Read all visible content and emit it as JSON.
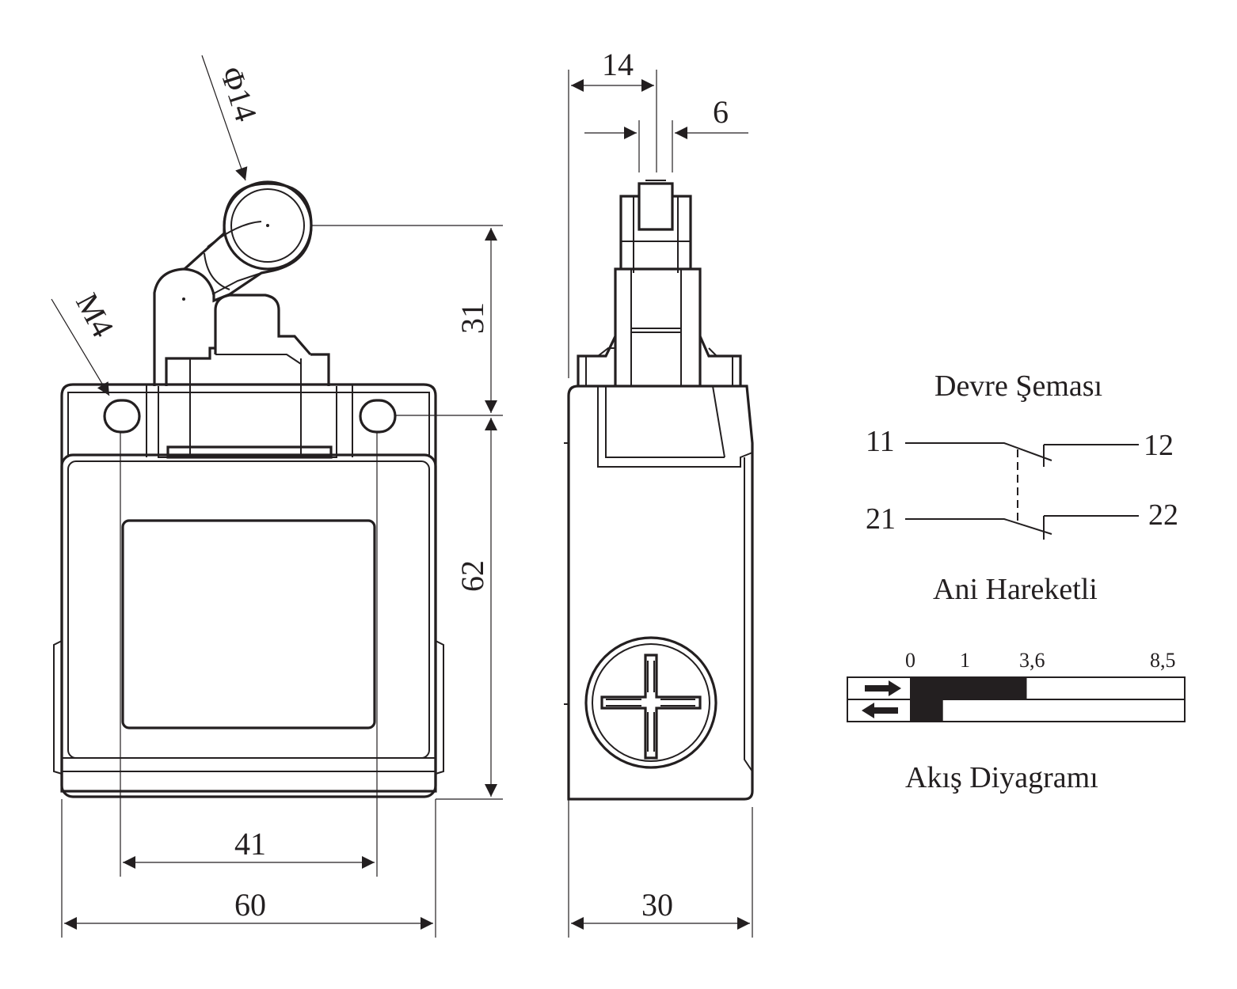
{
  "dimensions": {
    "roller_diameter": "Φ14",
    "mount_thread": "M4",
    "height_upper": "31",
    "height_body": "62",
    "hole_spacing": "41",
    "body_width": "60",
    "side_width": "30",
    "roller_offset": "14",
    "roller_width": "6"
  },
  "circuit": {
    "title": "Devre Şeması",
    "contacts": [
      "11",
      "12",
      "21",
      "22"
    ],
    "subtitle": "Ani Hareketli"
  },
  "flow": {
    "title": "Akış Diyagramı",
    "scale": [
      "0",
      "1",
      "3,6",
      "8,5"
    ],
    "scale_max": 8.5,
    "rows": [
      {
        "direction": "forward",
        "black_from": 0,
        "black_to": 3.6
      },
      {
        "direction": "return",
        "black_from": 0,
        "black_to": 1
      }
    ]
  },
  "colors": {
    "ink": "#231f20",
    "paper": "#ffffff"
  }
}
